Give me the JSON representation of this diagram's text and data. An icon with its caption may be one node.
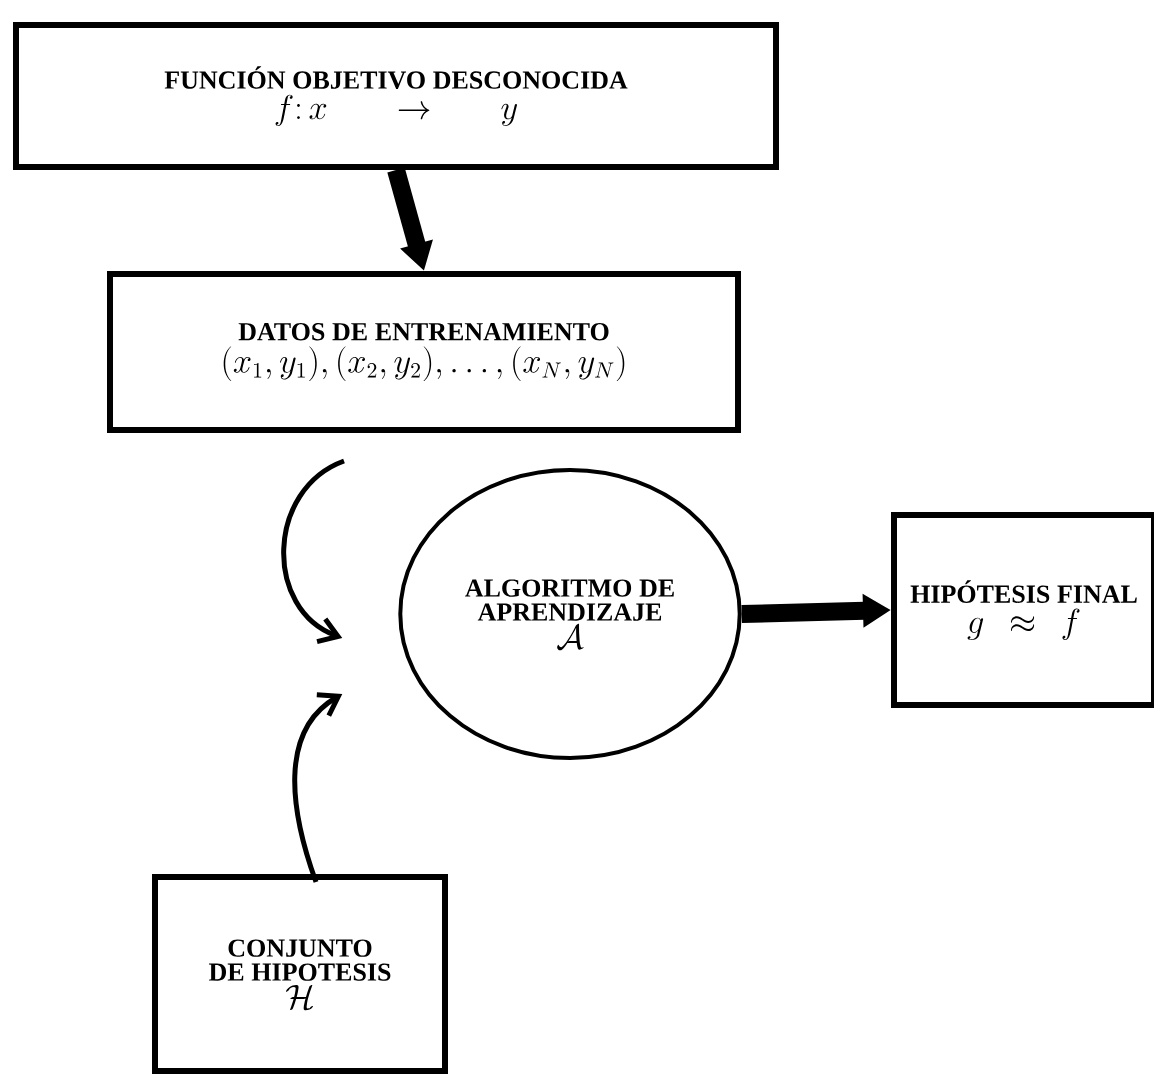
{
  "diagram": {
    "nodes": [
      {
        "text": [
          "FUNCIÓN OBJETIVO DESCONOCIDA",
          "f\\colon x \\rightarrow y"
        ]
      },
      {
        "text": [
          "DATOS DE ENTRENAMIENTO",
          "(x_1,y_1),(x_2,y_2),\\ldots,(x_N,y_N)"
        ]
      },
      {
        "text": [
          "ALGORITMO DE APRENDIZAJE",
          "\\mathcal{A}"
        ]
      },
      {
        "text": [
          "HIPÓTESIS FINAL",
          "g \\approx f"
        ]
      },
      {
        "text": [
          "CONJUNTO DE HIPOTESIS",
          "\\mathcal{H}"
        ]
      }
    ],
    "edges": [
      {
        "from": 0,
        "to": 1,
        "arrow": "to",
        "style": "thick"
      },
      {
        "from": 1,
        "to": 2,
        "arrow": "to"
      },
      {
        "from": 4,
        "to": 2,
        "arrow": "to"
      },
      {
        "from": 2,
        "to": 3,
        "arrow": "to",
        "style": "thick"
      }
    ]
  }
}
